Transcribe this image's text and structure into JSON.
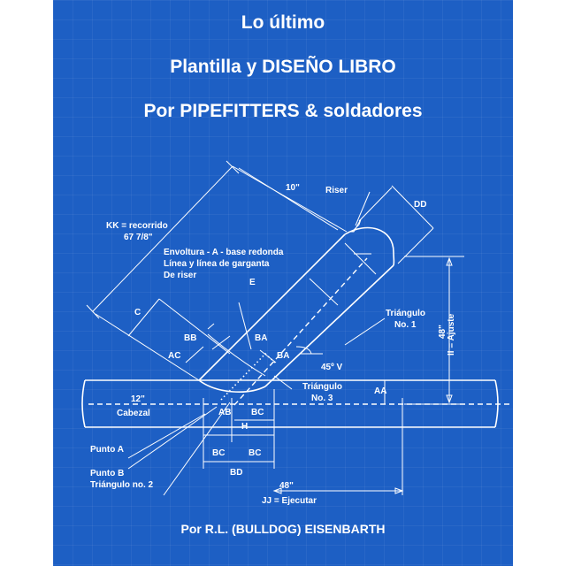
{
  "cover": {
    "title_line1": "Lo último",
    "title_line2": "Plantilla y DISEÑO LIBRO",
    "title_line3": "Por PIPEFITTERS & soldadores",
    "author": "Por R.L. (BULLDOG) EISENBARTH"
  },
  "diagram": {
    "labels": {
      "len_10": "10\"",
      "riser": "Riser",
      "dd": "DD",
      "kk_line1": "KK = recorrido",
      "kk_line2": "67 7/8\"",
      "envoltura_1": "Envoltura - A - base redonda",
      "envoltura_2": "Línea y línea de garganta",
      "envoltura_3": "De riser",
      "e": "E",
      "c": "C",
      "bb": "BB",
      "ba_upper": "BA",
      "ba_lower": "BA",
      "ac": "AC",
      "triangulo1_line1": "Triángulo",
      "triangulo1_line2": "No. 1",
      "ajuste": "II = Ajuste",
      "len_48_vertical": "48\"",
      "angle": "45º V",
      "triangulo3_line1": "Triángulo",
      "triangulo3_line2": "No. 3",
      "aa": "AA",
      "len_12": "12\"",
      "cabezal": "Cabezal",
      "ab": "AB",
      "bc_top": "BC",
      "h": "H",
      "punto_a": "Punto A",
      "bc_left": "BC",
      "bc_right": "BC",
      "punto_b": "Punto B",
      "triangulo2": "Triángulo no. 2",
      "bd": "BD",
      "len_48_horizontal": "48\"",
      "jj": "JJ = Ejecutar"
    }
  }
}
